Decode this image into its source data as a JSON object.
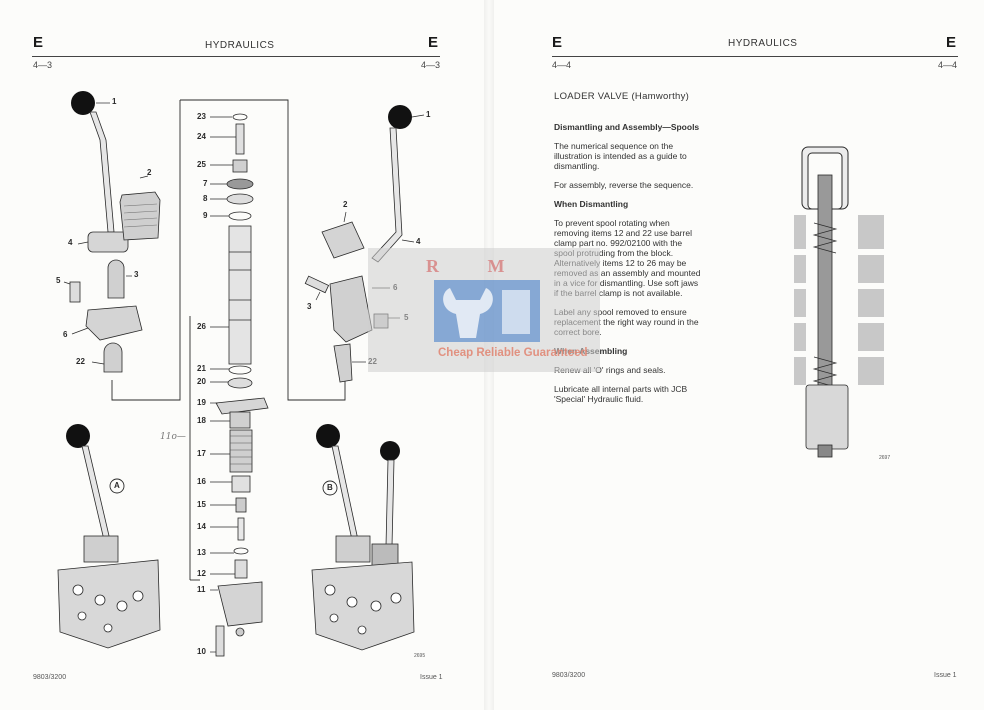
{
  "left_page": {
    "section_letter_left": "E",
    "section_letter_right": "E",
    "header_title": "HYDRAULICS",
    "page_number_left": "4—3",
    "page_number_right": "4—3",
    "footer_doc": "9803/3200",
    "footer_issue": "Issue 1",
    "diagram_ref": "2695",
    "handwritten_note": "11o—",
    "callouts_left": [
      "1",
      "2",
      "4",
      "5",
      "3",
      "6",
      "22"
    ],
    "callouts_center": [
      "23",
      "24",
      "25",
      "7",
      "8",
      "9",
      "26",
      "21",
      "20",
      "19",
      "18",
      "17",
      "16",
      "15",
      "14",
      "13",
      "12",
      "11",
      "10"
    ],
    "callouts_right": [
      "1",
      "2",
      "4",
      "6",
      "3",
      "5",
      "22"
    ],
    "variant_a": "A",
    "variant_b": "B"
  },
  "right_page": {
    "section_letter_left": "E",
    "section_letter_right": "E",
    "header_title": "HYDRAULICS",
    "page_number_left": "4—4",
    "page_number_right": "4—4",
    "footer_doc": "9803/3200",
    "footer_issue": "Issue 1",
    "title": "LOADER VALVE (Hamworthy)",
    "section1_heading": "Dismantling and Assembly—Spools",
    "section1_p1": "The numerical sequence on the illustration is intended as a guide to dismantling.",
    "section1_p2": "For assembly, reverse the sequence.",
    "section2_heading": "When Dismantling",
    "section2_p1": "To prevent spool rotating when removing items 12 and 22 use barrel clamp part no. 992/02100 with the spool protruding from the block. Alternatively items 12 to 26 may be removed as an assembly and mounted in a vice for dismantling. Use soft jaws if the barrel clamp is not available.",
    "section2_p2": "Label any spool removed to ensure replacement the right way round in the correct bore.",
    "section3_heading": "When Assembling",
    "section3_p1": "Renew all 'O' rings and seals.",
    "section3_p2": "Lubricate all internal parts with JCB 'Special' Hydraulic fluid.",
    "diagram_ref": "2697"
  },
  "watermark": {
    "letters": "R M",
    "tagline": "Cheap Reliable Guaranteed"
  },
  "colors": {
    "ink": "#2a2a2a",
    "part_fill": "#d8d8d8",
    "knob": "#111111",
    "watermark_blue": "#3a78c9",
    "watermark_text": "#e0826e"
  }
}
